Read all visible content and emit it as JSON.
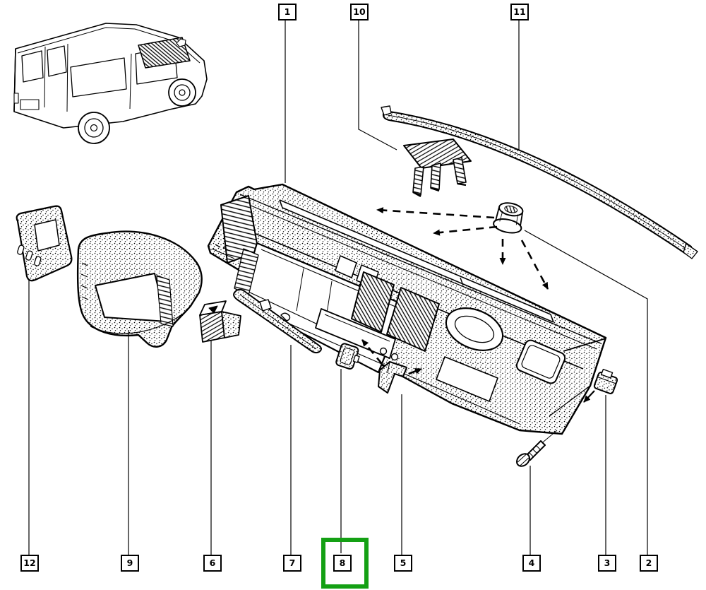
{
  "page": {
    "background": "#ffffff",
    "ink_color": "#000000"
  },
  "highlight": {
    "selected_callout": "8",
    "box_color": "#14a014"
  },
  "callouts": {
    "top": [
      {
        "n": "1"
      },
      {
        "n": "10"
      },
      {
        "n": "11"
      }
    ],
    "bottom": [
      {
        "n": "12"
      },
      {
        "n": "9"
      },
      {
        "n": "6"
      },
      {
        "n": "7"
      },
      {
        "n": "8"
      },
      {
        "n": "5"
      },
      {
        "n": "4"
      },
      {
        "n": "3"
      },
      {
        "n": "2"
      }
    ]
  },
  "parts": [
    {
      "callout": "1",
      "icon": "dashboard-panel-drawing"
    },
    {
      "callout": "2",
      "icon": "fastener-clip-drawing"
    },
    {
      "callout": "3",
      "icon": "fastener-clip-drawing"
    },
    {
      "callout": "4",
      "icon": "screw-drawing"
    },
    {
      "callout": "5",
      "icon": "bracket-clip-drawing"
    },
    {
      "callout": "6",
      "icon": "side-vent-drawing"
    },
    {
      "callout": "7",
      "icon": "trim-strip-drawing"
    },
    {
      "callout": "8",
      "icon": "switch-blank-drawing"
    },
    {
      "callout": "9",
      "icon": "instrument-cowl-drawing"
    },
    {
      "callout": "10",
      "icon": "support-bracket-drawing"
    },
    {
      "callout": "11",
      "icon": "windscreen-trim-drawing"
    },
    {
      "callout": "12",
      "icon": "switch-panel-drawing"
    }
  ],
  "vehicle_thumbnail": {
    "icon": "van-rear-three-quarter-drawing"
  }
}
